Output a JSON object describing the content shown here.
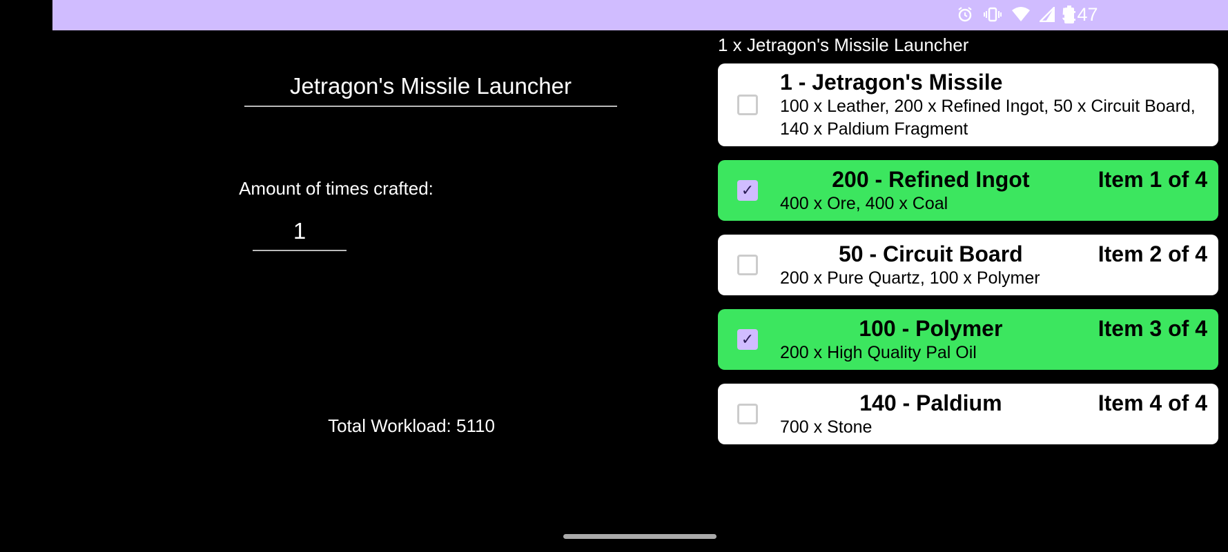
{
  "status_bar": {
    "time": "5:47",
    "icons": [
      "alarm-icon",
      "vibrate-icon",
      "wifi-icon",
      "signal-icon",
      "battery-icon"
    ]
  },
  "left": {
    "title": "Jetragon's Missile Launcher",
    "amount_label": "Amount of times crafted:",
    "amount_value": "1",
    "total_workload": "Total Workload: 5110"
  },
  "right": {
    "header": "1 x Jetragon's Missile Launcher",
    "items": [
      {
        "title": "1 - Jetragon's Missile",
        "counter": "",
        "ingredients": "100 x Leather, 200 x Refined Ingot, 50 x Circuit Board, 140 x Paldium Fragment",
        "checked": false
      },
      {
        "title": "200 - Refined Ingot",
        "counter": "Item 1 of 4",
        "ingredients": "400 x Ore, 400 x Coal",
        "checked": true
      },
      {
        "title": "50 - Circuit Board",
        "counter": "Item 2 of 4",
        "ingredients": "200 x Pure Quartz, 100 x Polymer",
        "checked": false
      },
      {
        "title": "100 - Polymer",
        "counter": "Item 3 of 4",
        "ingredients": "200 x High Quality Pal Oil",
        "checked": true
      },
      {
        "title": "140 - Paldium",
        "counter": "Item 4 of 4",
        "ingredients": "700 x Stone",
        "checked": false
      }
    ]
  },
  "colors": {
    "status_bar": "#d0bcff",
    "done": "#3ce65f",
    "card": "#ffffff"
  }
}
